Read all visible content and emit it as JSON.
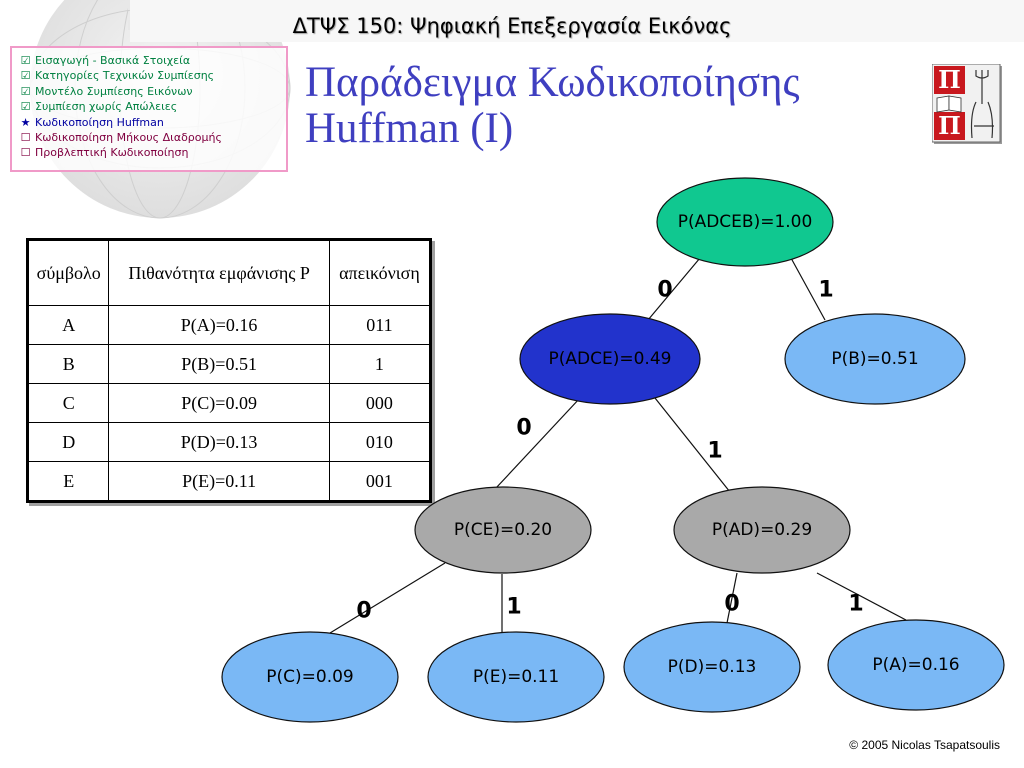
{
  "header": {
    "title": "ΔΤΨΣ 150: Ψηφιακή Επεξεργασία Εικόνας"
  },
  "agenda": {
    "items": [
      {
        "label": "Εισαγωγή - Βασικά Στοιχεία",
        "state": "done"
      },
      {
        "label": "Κατηγορίες Τεχνικών Συμπίεσης",
        "state": "done"
      },
      {
        "label": "Μοντέλο Συμπίεσης Εικόνων",
        "state": "done"
      },
      {
        "label": "Συμπίεση χωρίς Απώλειες",
        "state": "done"
      },
      {
        "label": "Κωδικοποίηση Huffman",
        "state": "current"
      },
      {
        "label": "Κωδικοποίηση Μήκους Διαδρομής",
        "state": "todo"
      },
      {
        "label": "Προβλεπτική Κωδικοποίηση",
        "state": "todo"
      }
    ],
    "markers": {
      "done": "☑",
      "current": "★",
      "todo": "☐"
    }
  },
  "slide": {
    "title_line1": "Παράδειγμα Κωδικοποίησης",
    "title_line2": "Huffman (I)"
  },
  "logo": {
    "top_letter": "Π",
    "bottom_letter": "Π"
  },
  "table": {
    "headers": [
      "σύμβολο",
      "Πιθανότητα εμφάνισης P",
      "απεικόνιση"
    ],
    "rows": [
      [
        "A",
        "P(A)=0.16",
        "011"
      ],
      [
        "B",
        "P(B)=0.51",
        "1"
      ],
      [
        "C",
        "P(C)=0.09",
        "000"
      ],
      [
        "D",
        "P(D)=0.13",
        "010"
      ],
      [
        "E",
        "P(E)=0.11",
        "001"
      ]
    ]
  },
  "tree": {
    "colors": {
      "root": "#10c890",
      "internal": "#2233cc",
      "merged": "#a9a9a9",
      "leaf": "#7ab8f5"
    },
    "nodes": [
      {
        "id": "root",
        "label": "P(ADCEB)=1.00",
        "kind": "root"
      },
      {
        "id": "adce",
        "label": "P(ADCE)=0.49",
        "kind": "internal"
      },
      {
        "id": "b",
        "label": "P(B)=0.51",
        "kind": "leaf"
      },
      {
        "id": "ce",
        "label": "P(CE)=0.20",
        "kind": "merged"
      },
      {
        "id": "ad",
        "label": "P(AD)=0.29",
        "kind": "merged"
      },
      {
        "id": "c",
        "label": "P(C)=0.09",
        "kind": "leaf"
      },
      {
        "id": "e",
        "label": "P(E)=0.11",
        "kind": "leaf"
      },
      {
        "id": "d",
        "label": "P(D)=0.13",
        "kind": "leaf"
      },
      {
        "id": "a",
        "label": "P(A)=0.16",
        "kind": "leaf"
      }
    ],
    "edges": [
      {
        "from": "root",
        "to": "adce",
        "bit": "0"
      },
      {
        "from": "root",
        "to": "b",
        "bit": "1"
      },
      {
        "from": "adce",
        "to": "ce",
        "bit": "0"
      },
      {
        "from": "adce",
        "to": "ad",
        "bit": "1"
      },
      {
        "from": "ce",
        "to": "c",
        "bit": "0"
      },
      {
        "from": "ce",
        "to": "e",
        "bit": "1"
      },
      {
        "from": "ad",
        "to": "d",
        "bit": "0"
      },
      {
        "from": "ad",
        "to": "a",
        "bit": "1"
      }
    ]
  },
  "footer": {
    "copyright": "© 2005 Nicolas Tsapatsoulis"
  }
}
